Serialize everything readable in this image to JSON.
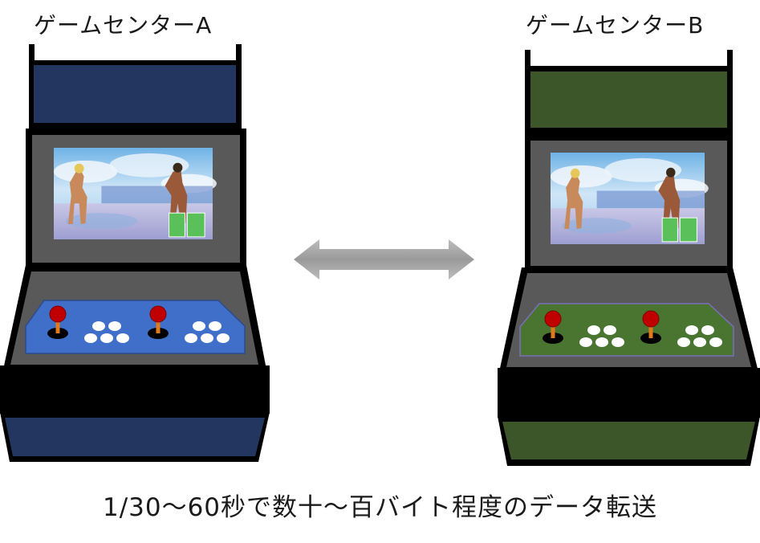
{
  "cabinet_a": {
    "label": "ゲームセンターA",
    "marquee_color": "#22365f",
    "panel_color": "#3f6fc8",
    "base_color": "#22365f"
  },
  "cabinet_b": {
    "label": "ゲームセンターB",
    "marquee_color": "#3c5529",
    "panel_color": "#4a7530",
    "base_color": "#3c5529"
  },
  "caption": "1/30〜60秒で数十〜百バイト程度のデータ転送",
  "arrow": {
    "icon": "double-arrow-icon",
    "color": "#a6a6a6"
  }
}
